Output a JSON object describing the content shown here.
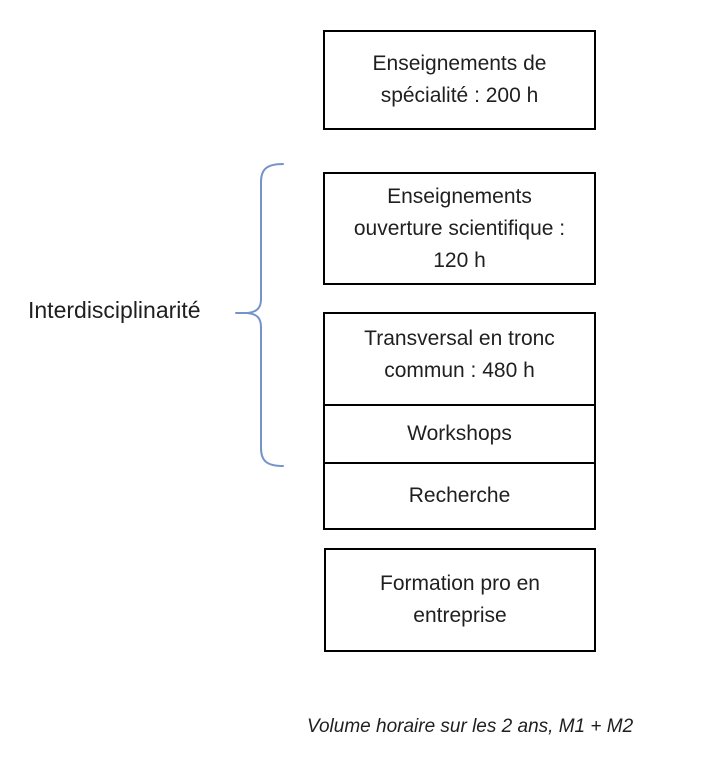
{
  "diagram": {
    "side_label": "Interdisciplinarité",
    "boxes": [
      {
        "name": "enseignements-specialite",
        "lines": [
          "Enseignements de",
          "spécialité : 200 h"
        ]
      },
      {
        "name": "ouverture-scientifique",
        "lines": [
          "Enseignements",
          "ouverture scientifique :",
          "120 h"
        ]
      },
      {
        "name": "transversal-tronc-commun",
        "lines": [
          "Transversal en tronc",
          "commun : 480 h"
        ]
      },
      {
        "name": "workshops",
        "lines": [
          "Workshops"
        ]
      },
      {
        "name": "recherche",
        "lines": [
          "Recherche"
        ]
      },
      {
        "name": "formation-pro-entreprise",
        "lines": [
          "Formation pro en",
          "entreprise"
        ]
      }
    ],
    "caption": "Volume horaire sur les 2 ans, M1 + M2",
    "colors": {
      "brace": "#7593CB",
      "box_border": "#000000",
      "text": "#1f1f1f",
      "background": "#ffffff"
    }
  }
}
